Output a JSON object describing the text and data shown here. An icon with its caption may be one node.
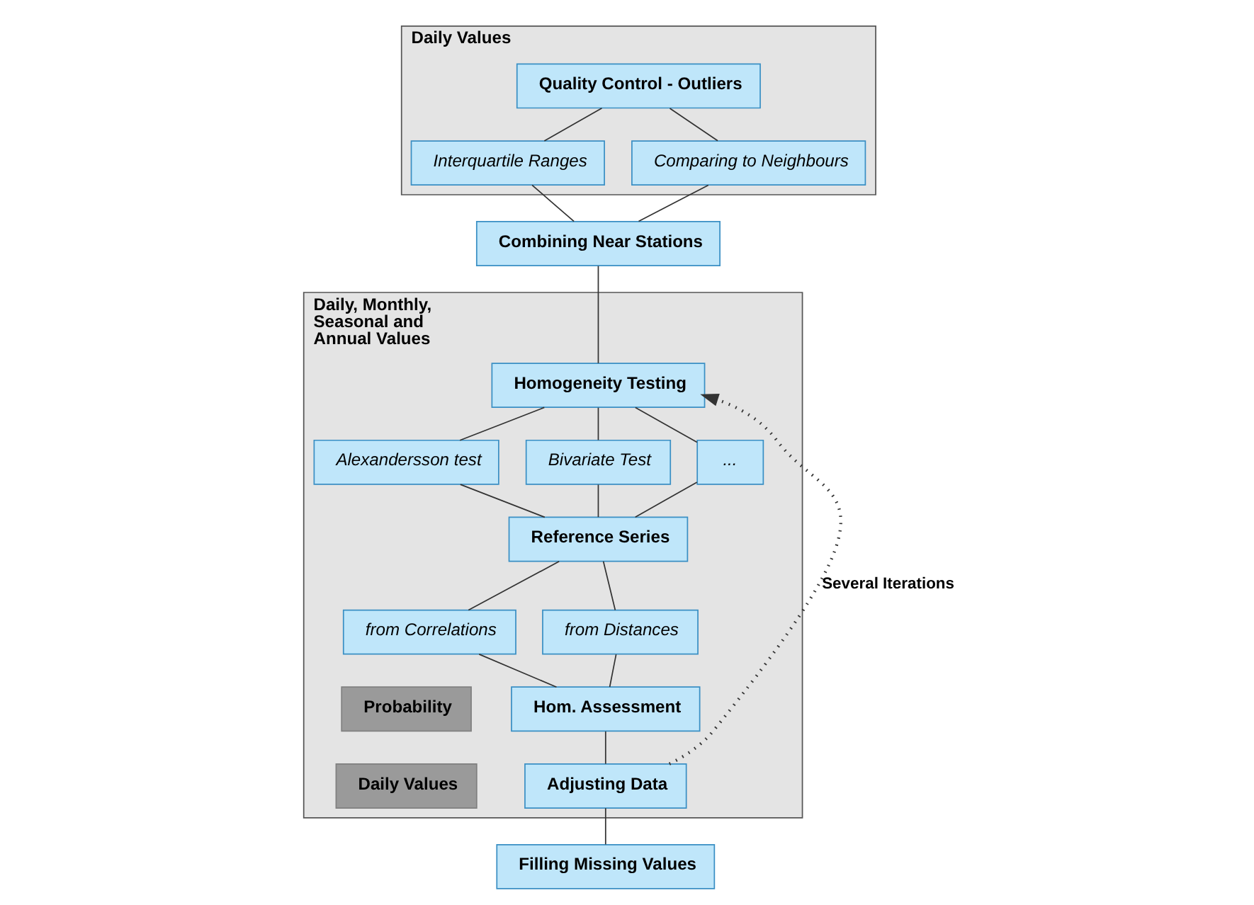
{
  "diagram": {
    "nodes": [
      {
        "text": [
          "Daily Values"
        ]
      },
      {
        "text": [
          "Quality Control - Outliers"
        ],
        "in": 0
      },
      {
        "text": [
          "Interquartile Ranges"
        ],
        "in": 0
      },
      {
        "text": [
          "Comparing to Neighbours"
        ],
        "in": 0
      },
      {
        "text": [
          "Combining Near Stations"
        ]
      },
      {
        "text": [
          "Daily, Monthly, Seasonal and Annual Values"
        ]
      },
      {
        "text": [
          "Homogeneity Testing"
        ],
        "in": 5
      },
      {
        "text": [
          "Alexandersson test"
        ],
        "in": 5
      },
      {
        "text": [
          "Bivariate Test"
        ],
        "in": 5
      },
      {
        "text": [
          "..."
        ],
        "in": 5
      },
      {
        "text": [
          "Reference Series"
        ],
        "in": 5
      },
      {
        "text": [
          "from Correlations"
        ],
        "in": 5
      },
      {
        "text": [
          "from Distances"
        ],
        "in": 5
      },
      {
        "text": [
          "Hom. Assessment"
        ],
        "in": 5
      },
      {
        "text": [
          "Probability"
        ],
        "in": 5
      },
      {
        "text": [
          "Adjusting Data"
        ],
        "in": 5
      },
      {
        "text": [
          "Daily Values"
        ],
        "in": 5
      },
      {
        "text": [
          "Filling Missing Values"
        ]
      }
    ],
    "edges": [
      {
        "from": 1,
        "to": 2,
        "arrow": "none"
      },
      {
        "from": 1,
        "to": 3,
        "arrow": "none"
      },
      {
        "from": 2,
        "to": 4,
        "arrow": "none"
      },
      {
        "from": 3,
        "to": 4,
        "arrow": "none"
      },
      {
        "from": 4,
        "to": 6,
        "arrow": "none"
      },
      {
        "from": 6,
        "to": 7,
        "arrow": "none"
      },
      {
        "from": 6,
        "to": 8,
        "arrow": "none"
      },
      {
        "from": 6,
        "to": 9,
        "arrow": "none"
      },
      {
        "from": 7,
        "to": 10,
        "arrow": "none"
      },
      {
        "from": 8,
        "to": 10,
        "arrow": "none"
      },
      {
        "from": 9,
        "to": 10,
        "arrow": "none"
      },
      {
        "from": 10,
        "to": 11,
        "arrow": "none"
      },
      {
        "from": 10,
        "to": 12,
        "arrow": "none"
      },
      {
        "from": 11,
        "to": 13,
        "arrow": "none"
      },
      {
        "from": 12,
        "to": 13,
        "arrow": "none"
      },
      {
        "from": 13,
        "to": 15,
        "arrow": "none"
      },
      {
        "from": 15,
        "to": 17,
        "arrow": "none"
      },
      {
        "from": 15,
        "to": 6,
        "arrow": "to",
        "style": "dashed",
        "label": "Several Iterations"
      }
    ]
  }
}
